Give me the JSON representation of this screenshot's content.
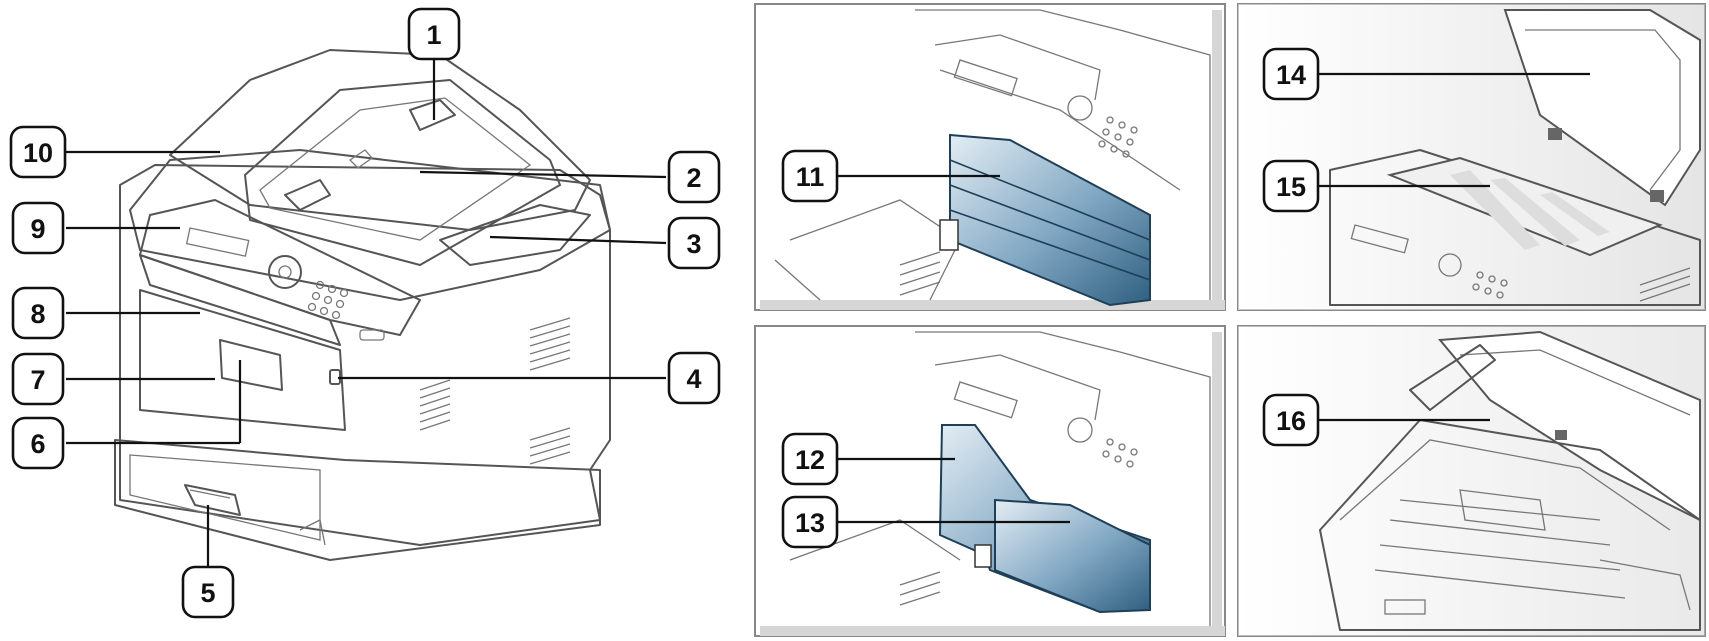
{
  "colors": {
    "line": "#555555",
    "accent_blue": "#5f8fb0",
    "panel_border": "#888888"
  },
  "callouts": [
    {
      "id": "c1",
      "number": "1"
    },
    {
      "id": "c2",
      "number": "2"
    },
    {
      "id": "c3",
      "number": "3"
    },
    {
      "id": "c4",
      "number": "4"
    },
    {
      "id": "c5",
      "number": "5"
    },
    {
      "id": "c6",
      "number": "6"
    },
    {
      "id": "c7",
      "number": "7"
    },
    {
      "id": "c8",
      "number": "8"
    },
    {
      "id": "c9",
      "number": "9"
    },
    {
      "id": "c10",
      "number": "10"
    },
    {
      "id": "c11",
      "number": "11"
    },
    {
      "id": "c12",
      "number": "12"
    },
    {
      "id": "c13",
      "number": "13"
    },
    {
      "id": "c14",
      "number": "14"
    },
    {
      "id": "c15",
      "number": "15"
    },
    {
      "id": "c16",
      "number": "16"
    }
  ]
}
